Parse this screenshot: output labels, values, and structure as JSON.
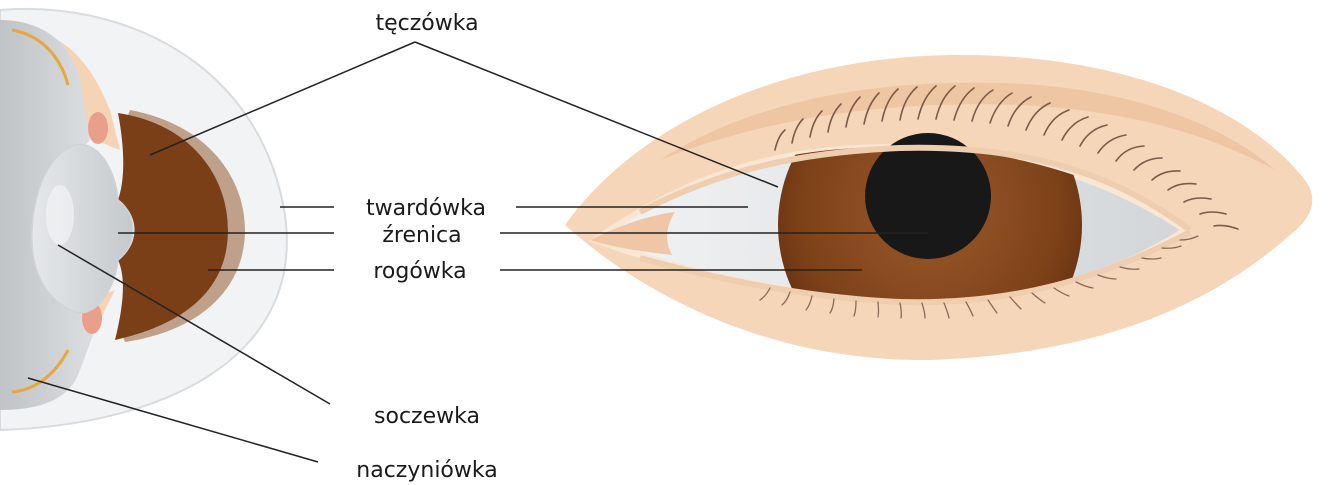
{
  "labels": {
    "iris": "tęczówka",
    "sclera": "twardówka",
    "pupil": "źrenica",
    "cornea": "rogówka",
    "lens": "soczewka",
    "choroid": "naczyniówka"
  },
  "colors": {
    "skin": "#f5d3b5",
    "skin_dark": "#edc3a0",
    "iris": "#7a3f17",
    "iris_light": "#9a5a2a",
    "pupil": "#181818",
    "sclera": "#e3e6e8",
    "cornea_band": "#bfa08a",
    "choroid": "#e8a640",
    "eyeball_gray": "#c9cccf",
    "line": "#222222"
  }
}
